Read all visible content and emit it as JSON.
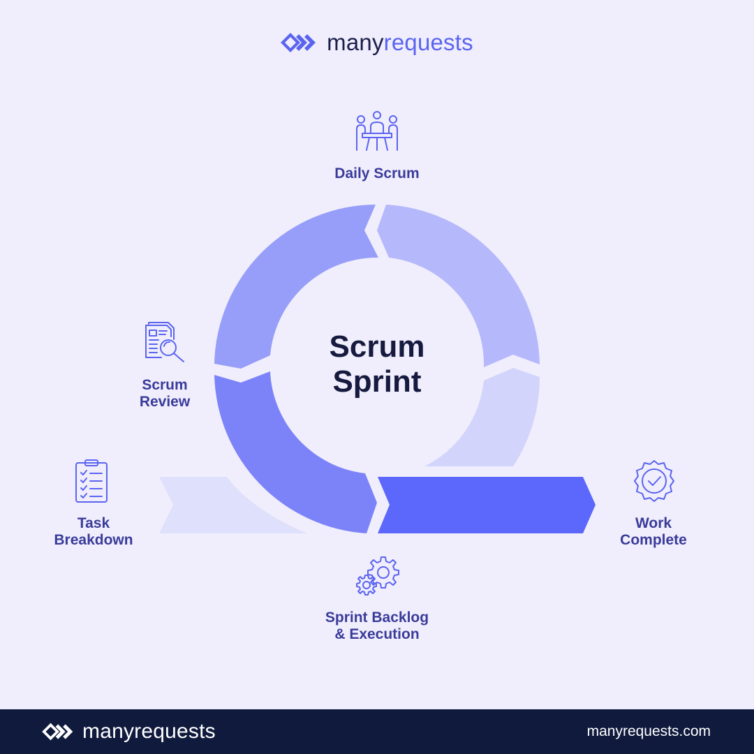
{
  "brand": {
    "name_part1": "many",
    "name_part2": "requests",
    "footer_name": "manyrequests",
    "url": "manyrequests.com"
  },
  "center": {
    "line1": "Scrum",
    "line2": "Sprint"
  },
  "stages": {
    "daily_scrum": {
      "label": "Daily Scrum",
      "icon": "team-meeting-icon"
    },
    "scrum_review": {
      "line1": "Scrum",
      "line2": "Review",
      "icon": "document-search-icon"
    },
    "task_breakdown": {
      "line1": "Task",
      "line2": "Breakdown",
      "icon": "clipboard-checklist-icon"
    },
    "sprint_backlog": {
      "line1": "Sprint Backlog",
      "line2": "& Execution",
      "icon": "gears-icon"
    },
    "work_complete": {
      "line1": "Work",
      "line2": "Complete",
      "icon": "badge-check-icon"
    }
  },
  "colors": {
    "background": "#f0eefc",
    "accent": "#5a64f0",
    "label": "#3a3b9a",
    "title": "#161a3f",
    "footer": "#0f1a3d",
    "segment_top_left": "#979ef9",
    "segment_top_right": "#b5b9fb",
    "segment_bottom_left": "#7c83f9",
    "segment_bottom_right": "#d2d4fb",
    "arrow_in": "#dfe0fb",
    "arrow_out": "#5c67fb"
  }
}
